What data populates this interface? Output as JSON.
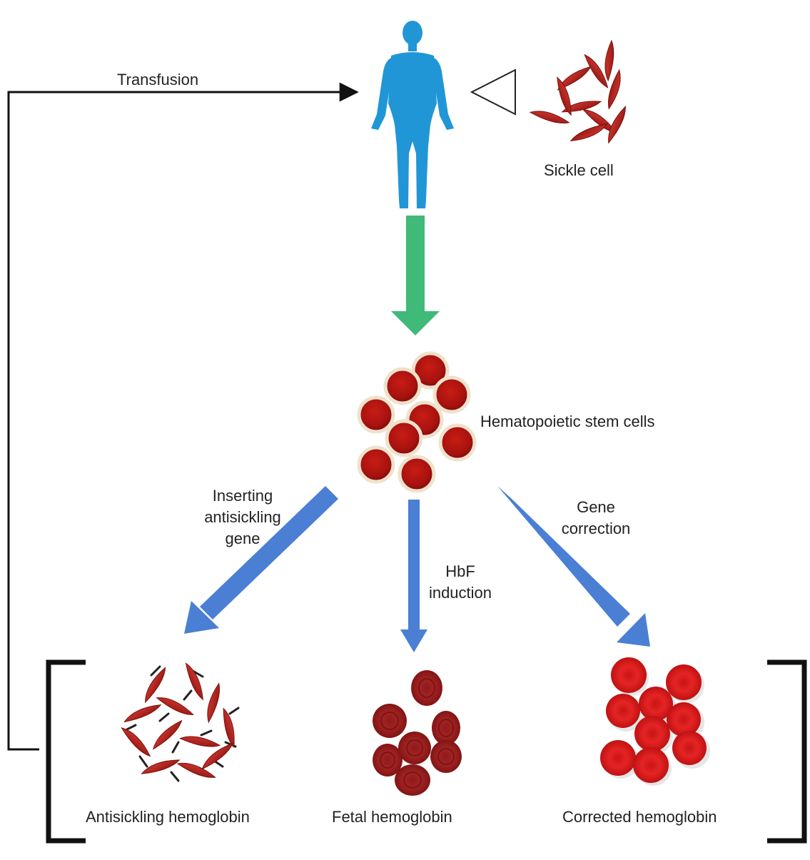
{
  "labels": {
    "transfusion": "Transfusion",
    "sickle_cell": "Sickle cell",
    "hsc": "Hematopoietic stem cells",
    "inserting": [
      "Inserting",
      "antisickling",
      "gene"
    ],
    "hbf": [
      "HbF",
      "induction"
    ],
    "gene_correction": [
      "Gene",
      "correction"
    ],
    "antisickling_hb": "Antisickling hemoglobin",
    "fetal_hb": "Fetal hemoglobin",
    "corrected_hb": "Corrected hemoglobin"
  },
  "colors": {
    "human": "#2196d6",
    "green_arrow": "#3fba78",
    "blue_arrow": "#4a7fd4",
    "cell_dark": "#a8120f",
    "cell_bright": "#e01b1b",
    "line": "#111111"
  },
  "icons": {
    "human": "human-figure-icon",
    "triangle": "open-triangle-icon",
    "sickle": "sickle-cell-icon",
    "stem": "stem-cell-icon"
  }
}
